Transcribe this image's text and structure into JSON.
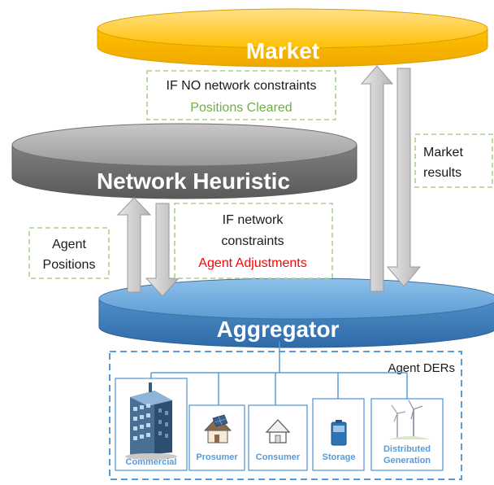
{
  "layers": {
    "market": "Market",
    "network": "Network Heuristic",
    "aggregator": "Aggregator"
  },
  "notes": {
    "market_condition": "IF NO network constraints",
    "market_result": "Positions Cleared",
    "market_results_1": "Market",
    "market_results_2": "results",
    "agent_positions_1": "Agent",
    "agent_positions_2": "Positions",
    "network_condition_1": "IF network",
    "network_condition_2": "constraints",
    "network_result": "Agent Adjustments"
  },
  "ders": {
    "title": "Agent DERs",
    "items": [
      "Commercial",
      "Prosumer",
      "Consumer",
      "Storage"
    ],
    "distributed_1": "Distributed",
    "distributed_2": "Generation"
  },
  "colors": {
    "market_top": "#ffc000",
    "market_side": "#f5b800",
    "network_top": "#a6a6a6",
    "network_side": "#6f6f6f",
    "aggregator_top": "#5b9bd5",
    "aggregator_side": "#41719c",
    "green_text": "#70ad47",
    "red_text": "#ff0000",
    "dashed_green": "#a9d18e",
    "dashed_blue": "#5b9bd5"
  }
}
